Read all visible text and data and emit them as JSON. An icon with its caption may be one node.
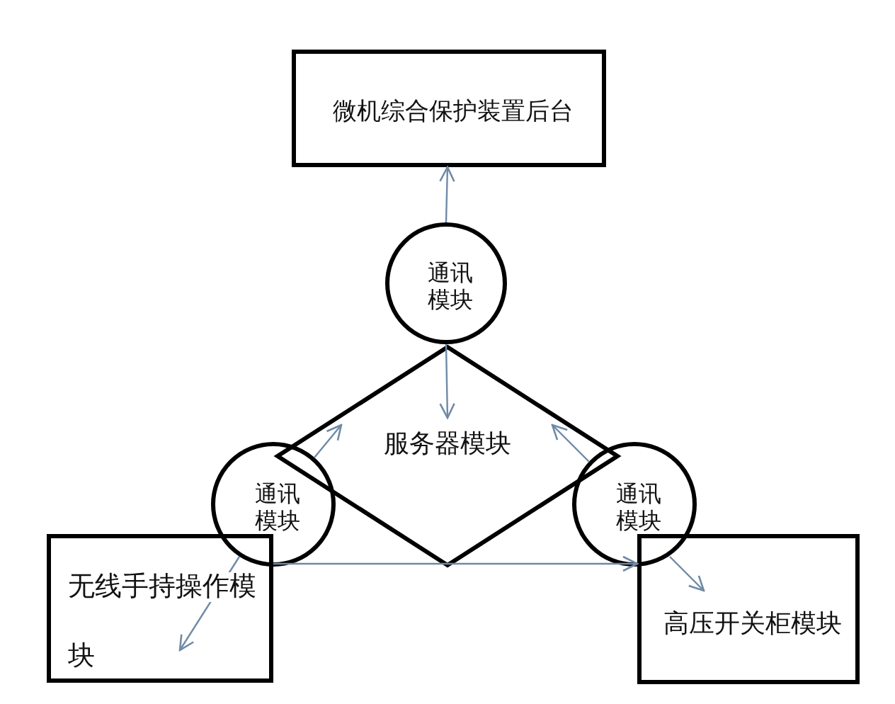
{
  "diagram": {
    "nodes": [
      {
        "text": [
          "微机综合保护装置后台"
        ]
      },
      {
        "text": [
          "通讯模块"
        ]
      },
      {
        "text": [
          "服务器模块"
        ]
      },
      {
        "text": [
          "通讯模块"
        ]
      },
      {
        "text": [
          "通讯模块"
        ]
      },
      {
        "text": [
          "无线手持操作模块"
        ]
      },
      {
        "text": [
          "高压开关柜模块"
        ]
      }
    ],
    "edges": [
      {
        "from": 1,
        "to": 0,
        "arrow": "to"
      },
      {
        "from": 1,
        "to": 2,
        "arrow": "to"
      },
      {
        "from": 3,
        "to": 5,
        "arrow": "to"
      },
      {
        "from": 3,
        "to": 2,
        "arrow": "to"
      },
      {
        "from": 4,
        "to": 6,
        "arrow": "to"
      },
      {
        "from": 4,
        "to": 2,
        "arrow": "to"
      },
      {
        "from": 5,
        "to": 6,
        "arrow": "to"
      }
    ]
  }
}
